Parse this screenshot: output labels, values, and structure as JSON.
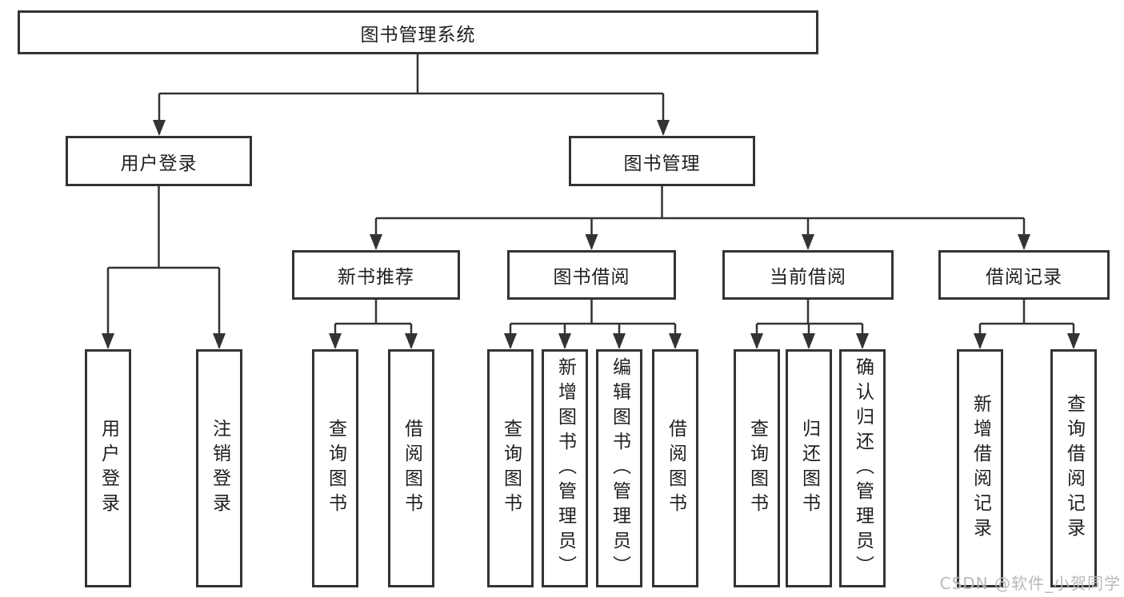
{
  "diagram": {
    "title": "图书管理系统",
    "branches": {
      "user": {
        "label": "用户登录",
        "children": [
          {
            "label": "用户登录"
          },
          {
            "label": "注销登录"
          }
        ]
      },
      "book": {
        "label": "图书管理",
        "children": [
          {
            "label": "新书推荐",
            "children": [
              {
                "label": "查询图书"
              },
              {
                "label": "借阅图书"
              }
            ]
          },
          {
            "label": "图书借阅",
            "children": [
              {
                "label": "查询图书"
              },
              {
                "label": "新增图书（管理员）"
              },
              {
                "label": "编辑图书（管理员）"
              },
              {
                "label": "借阅图书"
              }
            ]
          },
          {
            "label": "当前借阅",
            "children": [
              {
                "label": "查询图书"
              },
              {
                "label": "归还图书"
              },
              {
                "label": "确认归还（管理员）"
              }
            ]
          },
          {
            "label": "借阅记录",
            "children": [
              {
                "label": "新增借阅记录"
              },
              {
                "label": "查询借阅记录"
              }
            ]
          }
        ]
      }
    }
  },
  "watermark": {
    "text": "CSDN @软件_小贺同学",
    "color": "#b9b9b9"
  },
  "colors": {
    "line": "#333333",
    "box_border": "#333333",
    "text": "#1f1f1f",
    "background": "#ffffff"
  }
}
